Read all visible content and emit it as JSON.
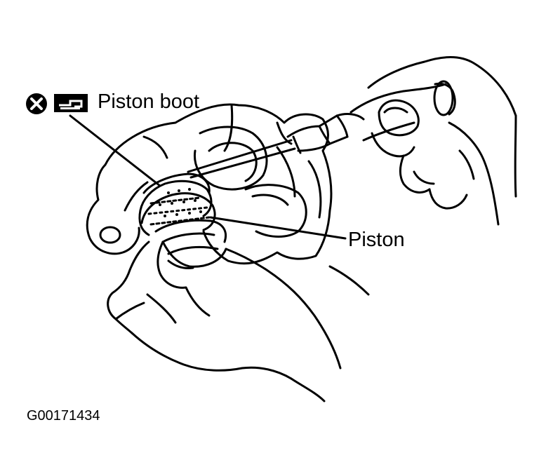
{
  "figure": {
    "labels": {
      "piston_boot": "Piston boot",
      "piston": "Piston",
      "figure_id": "G00171434"
    },
    "icons": [
      {
        "name": "x-circle-icon",
        "meaning": "replace-part-symbol"
      },
      {
        "name": "screwdriver-tool-icon",
        "meaning": "special-tool-symbol"
      }
    ],
    "colors": {
      "ink": "#000000",
      "paper": "#ffffff"
    }
  }
}
